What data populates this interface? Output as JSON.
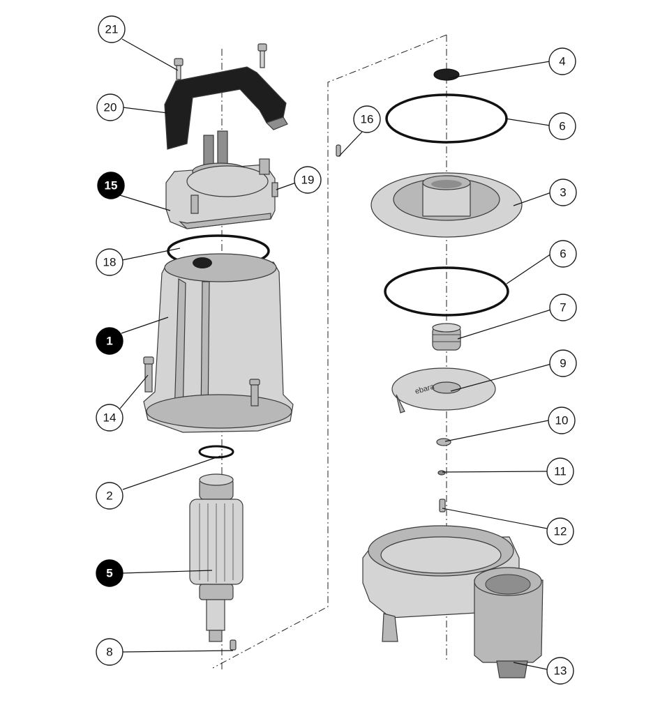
{
  "callouts": [
    {
      "label": "21",
      "filled": false
    },
    {
      "label": "20",
      "filled": false
    },
    {
      "label": "15",
      "filled": true
    },
    {
      "label": "18",
      "filled": false
    },
    {
      "label": "1",
      "filled": true
    },
    {
      "label": "14",
      "filled": false
    },
    {
      "label": "2",
      "filled": false
    },
    {
      "label": "5",
      "filled": true
    },
    {
      "label": "8",
      "filled": false
    },
    {
      "label": "16",
      "filled": false
    },
    {
      "label": "19",
      "filled": false
    },
    {
      "label": "4",
      "filled": false
    },
    {
      "label": "6",
      "filled": false
    },
    {
      "label": "3",
      "filled": false
    },
    {
      "label": "6",
      "filled": false
    },
    {
      "label": "7",
      "filled": false
    },
    {
      "label": "9",
      "filled": false
    },
    {
      "label": "10",
      "filled": false
    },
    {
      "label": "11",
      "filled": false
    },
    {
      "label": "12",
      "filled": false
    },
    {
      "label": "13",
      "filled": false
    }
  ],
  "impeller_text": "ebara",
  "colors": {
    "line": "#111111",
    "part_light": "#d4d4d4",
    "part_mid": "#b8b8b8",
    "part_dark": "#8e8e8e",
    "handle": "#1e1e1e",
    "filled_callout": "#000000"
  }
}
